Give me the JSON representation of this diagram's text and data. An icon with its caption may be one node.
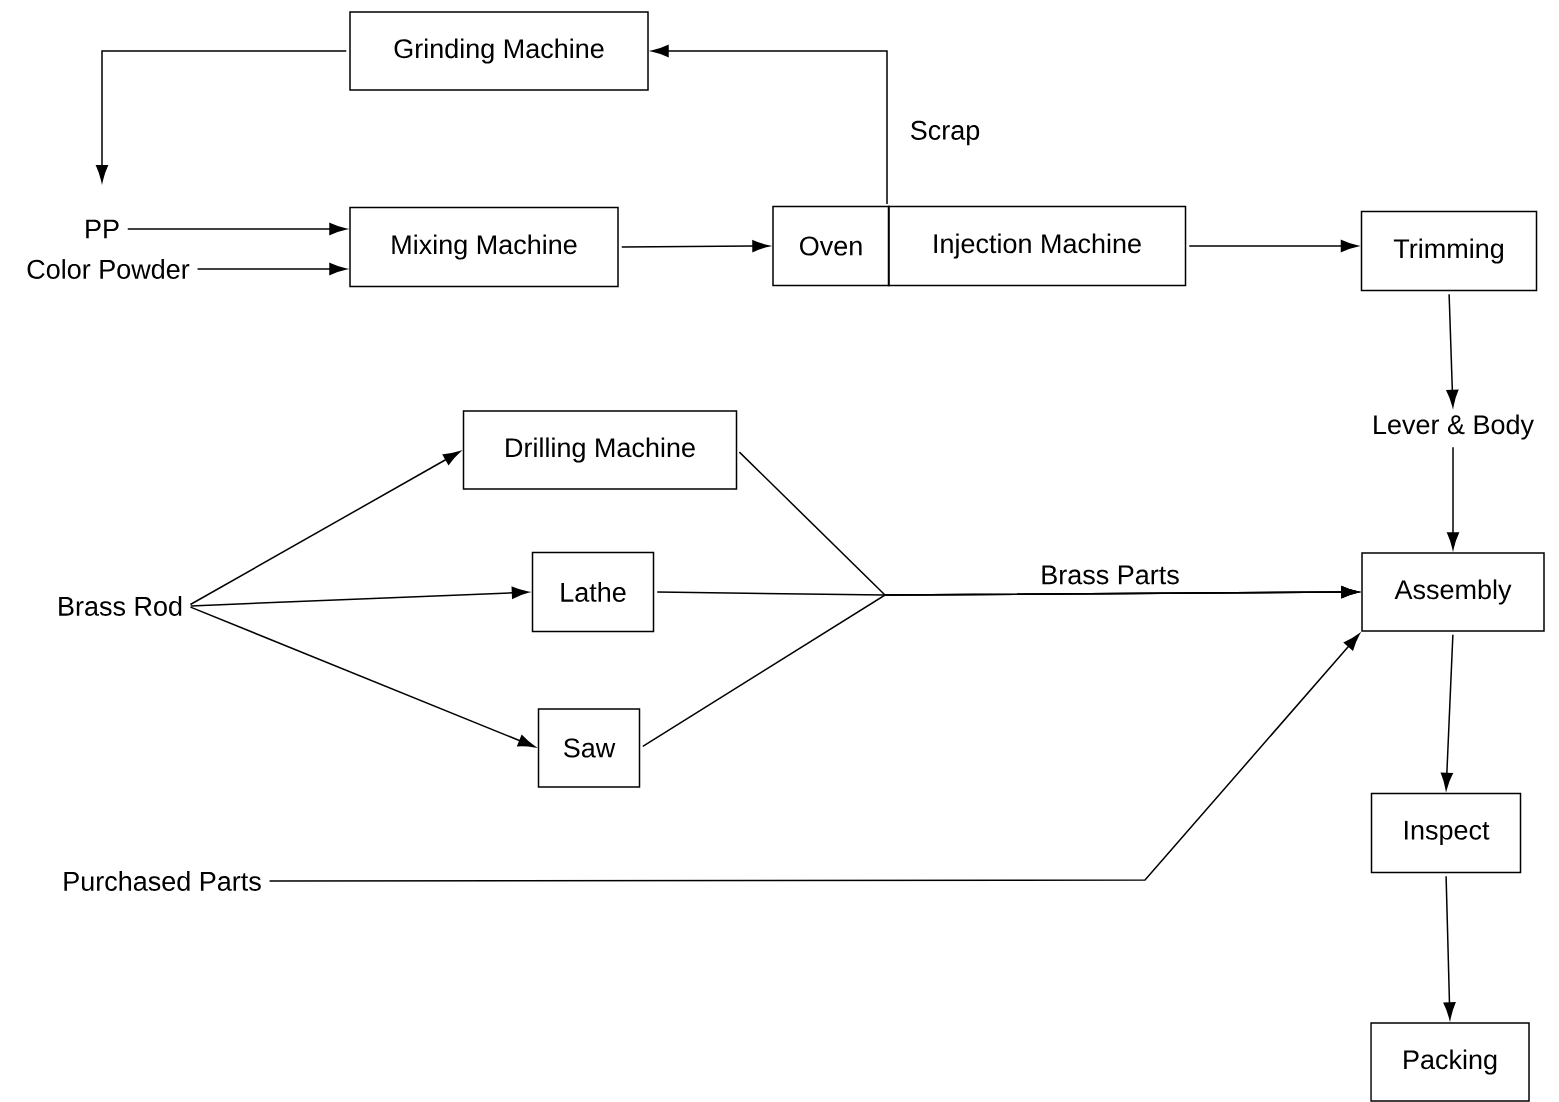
{
  "diagram": {
    "nodes": [
      {
        "text": [
          "Grinding Machine"
        ]
      },
      {
        "text": [
          "PP"
        ]
      },
      {
        "text": [
          "Color Powder"
        ]
      },
      {
        "text": [
          "Mixing Machine"
        ]
      },
      {
        "text": [
          "Oven"
        ]
      },
      {
        "text": [
          "Injection Machine"
        ]
      },
      {
        "text": [
          "Trimming"
        ]
      },
      {
        "text": [
          "Lever & Body"
        ]
      },
      {
        "text": [
          "Brass Rod"
        ]
      },
      {
        "text": [
          "Drilling Machine"
        ]
      },
      {
        "text": [
          "Lathe"
        ]
      },
      {
        "text": [
          "Saw"
        ]
      },
      {
        "text": [
          "Assembly"
        ]
      },
      {
        "text": [
          "Purchased Parts"
        ]
      },
      {
        "text": [
          "Inspect"
        ]
      },
      {
        "text": [
          "Packing"
        ]
      }
    ],
    "edges": [
      {
        "from": 0,
        "to": 1,
        "arrow": "to"
      },
      {
        "from": 1,
        "to": 3,
        "arrow": "to"
      },
      {
        "from": 2,
        "to": 3,
        "arrow": "to"
      },
      {
        "from": 3,
        "to": 4,
        "arrow": "to"
      },
      {
        "from": 5,
        "to": 0,
        "arrow": "to",
        "label": "Scrap"
      },
      {
        "from": 5,
        "to": 6,
        "arrow": "to"
      },
      {
        "from": 6,
        "to": 7,
        "arrow": "to"
      },
      {
        "from": 7,
        "to": 12,
        "arrow": "to"
      },
      {
        "from": 8,
        "to": 9,
        "arrow": "to"
      },
      {
        "from": 8,
        "to": 10,
        "arrow": "to"
      },
      {
        "from": 8,
        "to": 11,
        "arrow": "to"
      },
      {
        "from": 9,
        "to": 12,
        "arrow": "to"
      },
      {
        "from": 10,
        "to": 12,
        "arrow": "to",
        "label": "Brass Parts"
      },
      {
        "from": 11,
        "to": 12,
        "arrow": "to"
      },
      {
        "from": 13,
        "to": 12,
        "arrow": "to"
      },
      {
        "from": 12,
        "to": 14,
        "arrow": "to"
      },
      {
        "from": 14,
        "to": 15,
        "arrow": "to"
      }
    ]
  }
}
